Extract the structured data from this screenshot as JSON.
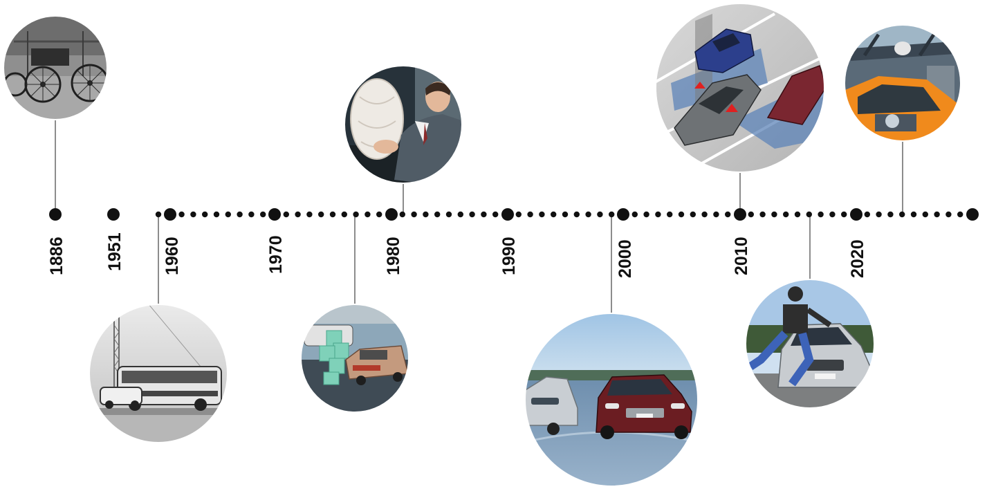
{
  "timeline": {
    "years": [
      {
        "label": "1886"
      },
      {
        "label": "1951"
      },
      {
        "label": "1960"
      },
      {
        "label": "1970"
      },
      {
        "label": "1980"
      },
      {
        "label": "1990"
      },
      {
        "label": "2000"
      },
      {
        "label": "2010"
      },
      {
        "label": "2020"
      }
    ]
  },
  "photos": [
    {
      "name": "photo-benz-motorwagen",
      "subject": "vintage three-wheeled motor car, black and white"
    },
    {
      "name": "photo-crash-test-bus",
      "subject": "bus crash test with car, black and white"
    },
    {
      "name": "photo-crash-test-blocks",
      "subject": "sedan crash test with blocks on wet ground"
    },
    {
      "name": "photo-airbag",
      "subject": "driver with deployed airbag"
    },
    {
      "name": "photo-cars-wet-road",
      "subject": "coupe braking on wet test track"
    },
    {
      "name": "photo-blind-spot-assist",
      "subject": "blind spot assist illustration with radar zones"
    },
    {
      "name": "photo-pedestrian-dummy",
      "subject": "pedestrian dummy in front of sedan"
    },
    {
      "name": "photo-test-rig",
      "subject": "vehicle test rig with orange car"
    }
  ],
  "colors": {
    "dot": "#111111",
    "connector": "#8c8c8c",
    "label": "#111111"
  }
}
